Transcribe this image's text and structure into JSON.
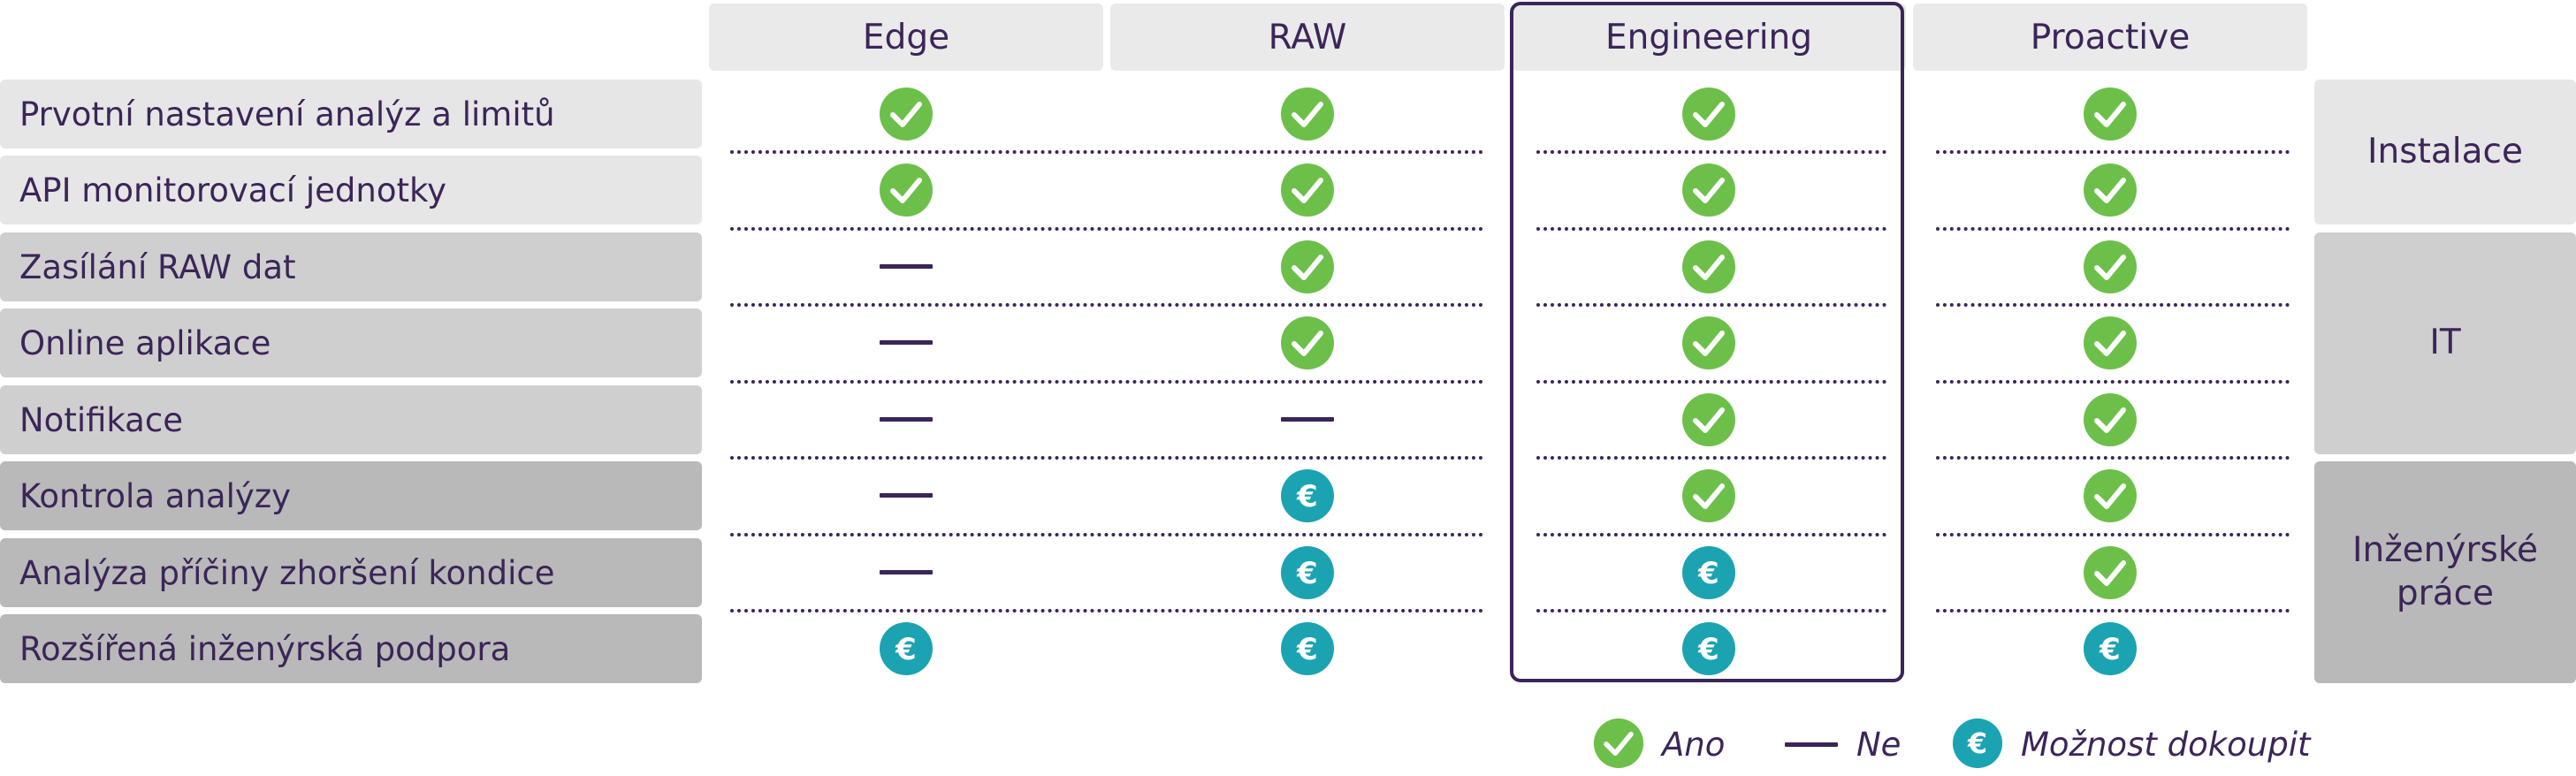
{
  "plans": [
    "Edge",
    "RAW",
    "Engineering",
    "Proactive"
  ],
  "features": [
    "Prvotní nastavení analýz a limitů",
    "API monitorovací jednotky",
    "Zasílání RAW dat",
    "Online aplikace",
    "Notifikace",
    "Kontrola analýzy",
    "Analýza příčiny zhoršení kondice",
    "Rozšířená inženýrská podpora"
  ],
  "groups": [
    "Instalace",
    "IT",
    "Inženýrské práce"
  ],
  "matrix": [
    [
      "yes",
      "yes",
      "yes",
      "yes"
    ],
    [
      "yes",
      "yes",
      "yes",
      "yes"
    ],
    [
      "no",
      "yes",
      "yes",
      "yes"
    ],
    [
      "no",
      "yes",
      "yes",
      "yes"
    ],
    [
      "no",
      "no",
      "yes",
      "yes"
    ],
    [
      "no",
      "buy",
      "yes",
      "yes"
    ],
    [
      "no",
      "buy",
      "buy",
      "yes"
    ],
    [
      "buy",
      "buy",
      "buy",
      "buy"
    ]
  ],
  "legend": {
    "yes": "Ano",
    "no": "Ne",
    "buy": "Možnost dokoupit"
  },
  "colors": {
    "yes": "#6cc04a",
    "buy": "#1ba3b2",
    "no": "#3b2559",
    "text": "#3b2559",
    "highlight_border": "#3b2559"
  },
  "icons": {
    "yes": "check-circle-icon",
    "no": "dash-icon",
    "buy": "euro-circle-icon"
  }
}
